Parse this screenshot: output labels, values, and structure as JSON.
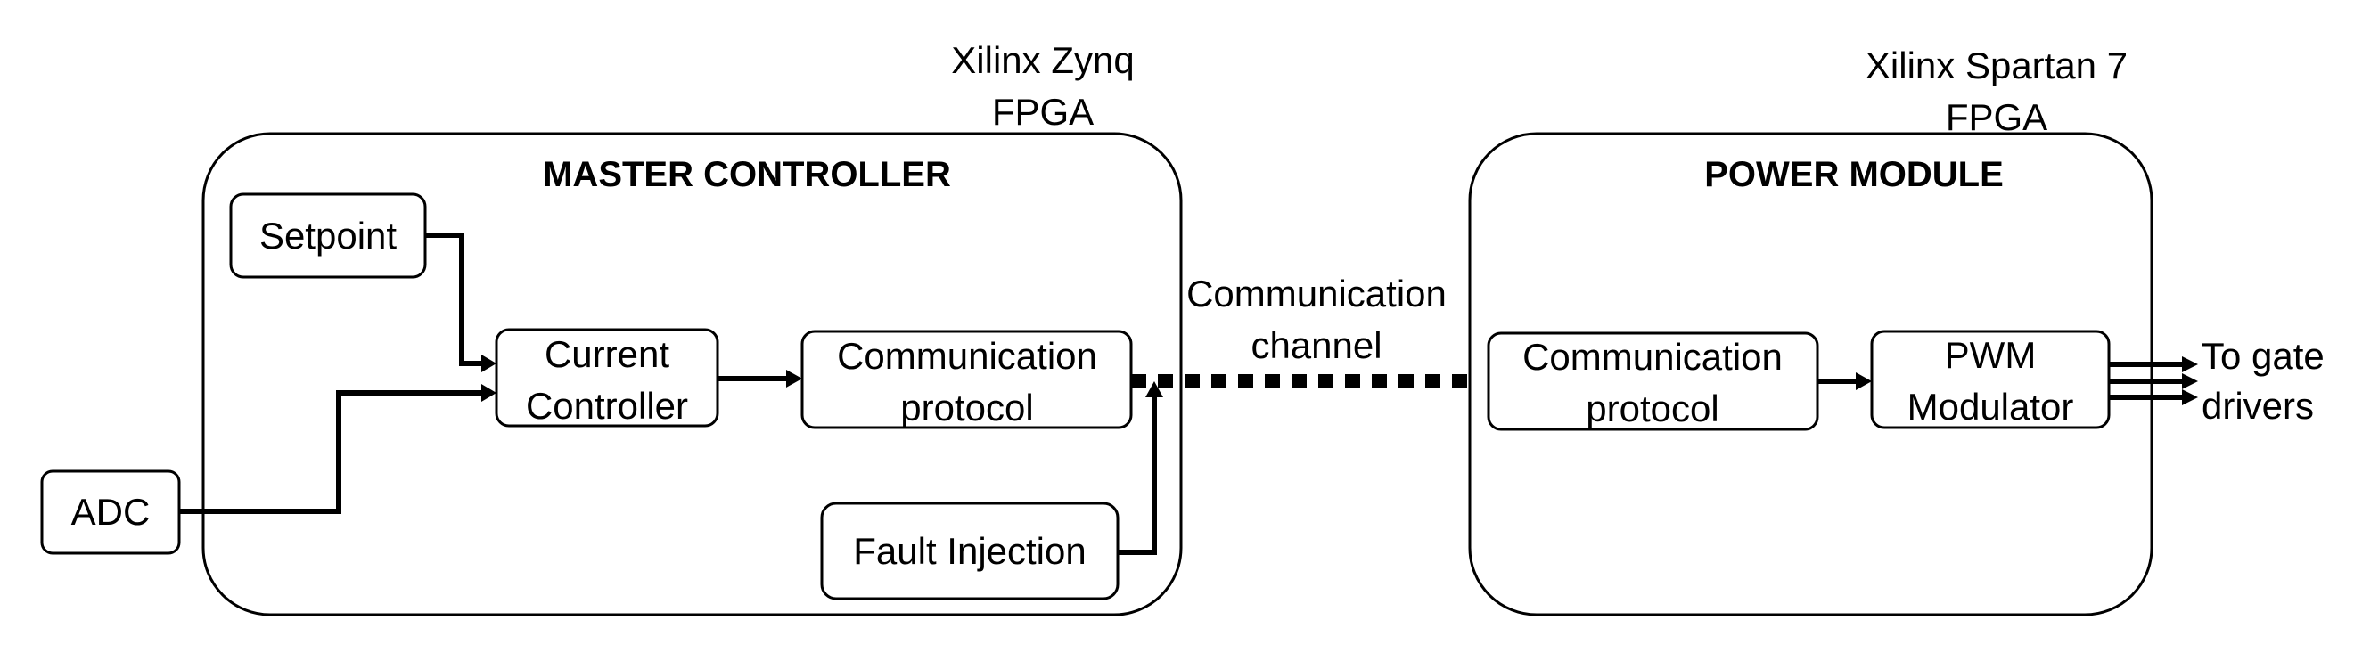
{
  "fpga_left": {
    "line1": "Xilinx Zynq",
    "line2": "FPGA"
  },
  "fpga_right": {
    "line1": "Xilinx Spartan 7",
    "line2": "FPGA"
  },
  "master": {
    "title": "MASTER CONTROLLER",
    "setpoint": "Setpoint",
    "current_controller": {
      "line1": "Current",
      "line2": "Controller"
    },
    "comm_protocol": {
      "line1": "Communication",
      "line2": "protocol"
    },
    "fault_injection": "Fault Injection"
  },
  "adc": "ADC",
  "channel": {
    "line1": "Communication",
    "line2": "channel"
  },
  "power": {
    "title": "POWER MODULE",
    "comm_protocol": {
      "line1": "Communication",
      "line2": "protocol"
    },
    "pwm": {
      "line1": "PWM",
      "line2": "Modulator"
    }
  },
  "output": {
    "line1": "To gate",
    "line2": "drivers"
  }
}
